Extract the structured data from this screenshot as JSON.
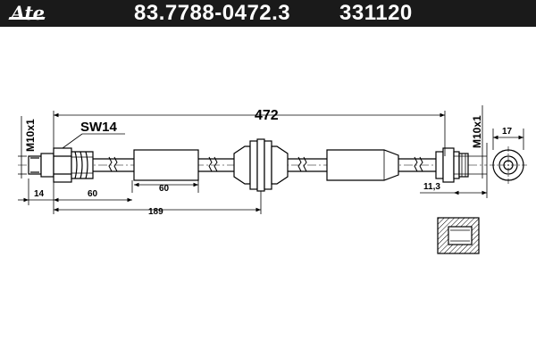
{
  "header": {
    "logo": "Ate",
    "part_number": "83.7788-0472.3",
    "ref_number": "331120",
    "bg_color": "#1a1a1a"
  },
  "drawing": {
    "overall_length": "472",
    "wrench_size": "SW14",
    "thread_left": "M10x1",
    "thread_right": "M10x1",
    "dim_14": "14",
    "dim_60a": "60",
    "dim_60b": "60",
    "dim_189": "189",
    "dim_11_3": "11,3",
    "dim_17": "17"
  }
}
